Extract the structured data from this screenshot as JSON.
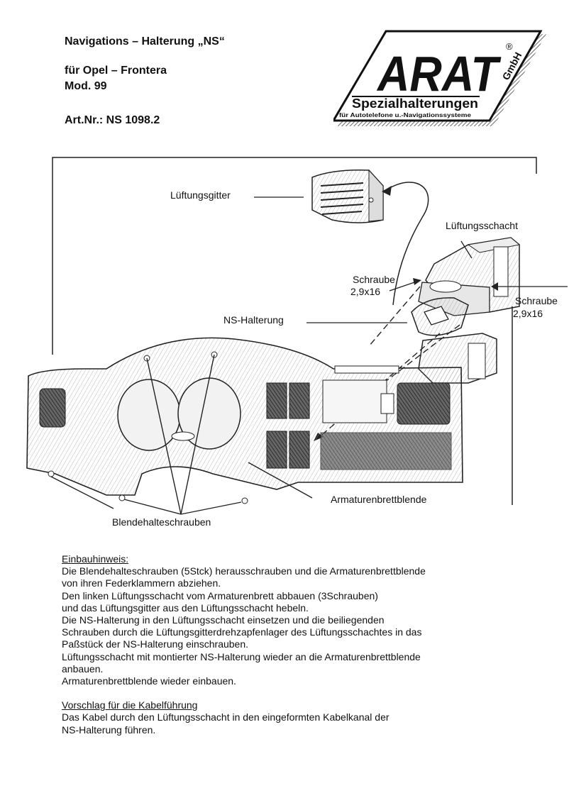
{
  "header": {
    "title": "Navigations – Halterung „NS“",
    "vehicle": "für Opel – Frontera",
    "model": "Mod. 99",
    "article_number": "Art.Nr.:  NS  1098.2"
  },
  "logo": {
    "brand": "ARAT",
    "suffix": "GmbH",
    "registered": "®",
    "tagline": "Spezialhalterungen",
    "subline": "für Autotelefone u.-Navigationssysteme"
  },
  "figure": {
    "labels": {
      "vent_grille": "Lüftungsgitter",
      "vent_duct": "Lüftungsschacht",
      "screw_left_title": "Schraube",
      "screw_left_size": "2,9x16",
      "screw_right_title": "Schraube",
      "screw_right_size": "2,9x16",
      "ns_mount": "NS-Halterung",
      "dashboard_panel": "Armaturenbrettblende",
      "panel_screws": "Blendehalteschrauben"
    }
  },
  "instructions": {
    "heading": "Einbauhinweis:",
    "lines": [
      "Die Blendehalteschrauben (5Stck) herausschrauben und die Armaturenbrettblende",
      "von ihren Federklammern abziehen.",
      "Den linken Lüftungsschacht vom Armaturenbrett abbauen (3Schrauben)",
      "und das Lüftungsgitter aus den Lüftungsschacht  hebeln.",
      "Die NS-Halterung in den Lüftungsschacht einsetzen und die beiliegenden",
      "Schrauben durch die Lüftungsgitterdrehzapfenlager des Lüftungsschachtes in das",
      "Paßstück der NS-Halterung einschrauben.",
      "Lüftungsschacht mit montierter NS-Halterung wieder an die Armaturenbrettblende",
      "anbauen.",
      "Armaturenbrettblende wieder einbauen."
    ],
    "cable_heading": "Vorschlag für die Kabelführung",
    "cable_lines": [
      "Das Kabel durch den Lüftungsschacht in den eingeformten Kabelkanal der",
      "NS-Halterung führen."
    ]
  }
}
